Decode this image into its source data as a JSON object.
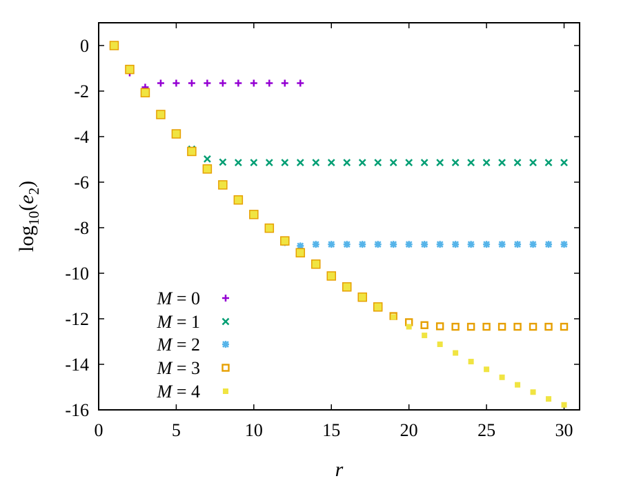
{
  "chart_data": {
    "type": "scatter",
    "title": "",
    "xlabel": "r",
    "ylabel_parts": {
      "prefix": "log",
      "sub": "10",
      "open": "(",
      "var": "e",
      "var_sub": "2",
      "close": ")"
    },
    "xlim": [
      0,
      31
    ],
    "ylim": [
      -16,
      1
    ],
    "xticks": [
      0,
      5,
      10,
      15,
      20,
      25,
      30
    ],
    "yticks": [
      0,
      -2,
      -4,
      -6,
      -8,
      -10,
      -12,
      -14,
      -16
    ],
    "xtick_labels": [
      "0",
      "5",
      "10",
      "15",
      "20",
      "25",
      "30"
    ],
    "ytick_labels": [
      "0",
      "-2",
      "-4",
      "-6",
      "-8",
      "-10",
      "-12",
      "-14",
      "-16"
    ],
    "grid": false,
    "legend_placement": "bottom-left",
    "series": [
      {
        "name": "M = 0",
        "var": "M",
        "value_text": "= 0",
        "marker": "plus",
        "color": "#9400d3",
        "x": [
          1,
          2,
          3,
          4,
          5,
          6,
          7,
          8,
          9,
          10,
          11,
          12,
          13
        ],
        "y": [
          0,
          -1.2,
          -1.83,
          -1.65,
          -1.65,
          -1.65,
          -1.65,
          -1.65,
          -1.65,
          -1.65,
          -1.65,
          -1.65,
          -1.65
        ]
      },
      {
        "name": "M = 1",
        "var": "M",
        "value_text": "= 1",
        "marker": "cross",
        "color": "#009e73",
        "x": [
          1,
          2,
          3,
          4,
          5,
          6,
          7,
          8,
          9,
          10,
          11,
          12,
          13,
          14,
          15,
          16,
          17,
          18,
          19,
          20,
          21,
          22,
          23,
          24,
          25,
          26,
          27,
          28,
          29,
          30
        ],
        "y": [
          0,
          -1.05,
          -2.07,
          -3.03,
          -3.88,
          -4.55,
          -4.98,
          -5.12,
          -5.14,
          -5.14,
          -5.14,
          -5.14,
          -5.14,
          -5.14,
          -5.14,
          -5.14,
          -5.14,
          -5.14,
          -5.14,
          -5.14,
          -5.14,
          -5.14,
          -5.14,
          -5.14,
          -5.14,
          -5.14,
          -5.14,
          -5.14,
          -5.14,
          -5.14
        ]
      },
      {
        "name": "M = 2",
        "var": "M",
        "value_text": "= 2",
        "marker": "star",
        "color": "#56b4e9",
        "x": [
          1,
          2,
          3,
          4,
          5,
          6,
          7,
          8,
          9,
          10,
          11,
          12,
          13,
          14,
          15,
          16,
          17,
          18,
          19,
          20,
          21,
          22,
          23,
          24,
          25,
          26,
          27,
          28,
          29,
          30
        ],
        "y": [
          0,
          -1.05,
          -2.07,
          -3.03,
          -3.88,
          -4.65,
          -5.42,
          -6.12,
          -6.78,
          -7.42,
          -8.05,
          -8.65,
          -8.8,
          -8.73,
          -8.73,
          -8.73,
          -8.73,
          -8.73,
          -8.73,
          -8.73,
          -8.73,
          -8.73,
          -8.73,
          -8.73,
          -8.73,
          -8.73,
          -8.73,
          -8.73,
          -8.73,
          -8.73
        ]
      },
      {
        "name": "M = 3",
        "var": "M",
        "value_text": "= 3",
        "marker": "square-open",
        "color": "#e69f00",
        "x": [
          1,
          2,
          3,
          4,
          5,
          6,
          7,
          8,
          9,
          10,
          11,
          12,
          13,
          14,
          15,
          16,
          17,
          18,
          19,
          20,
          21,
          22,
          23,
          24,
          25,
          26,
          27,
          28,
          29,
          30
        ],
        "y": [
          0,
          -1.05,
          -2.07,
          -3.03,
          -3.88,
          -4.65,
          -5.42,
          -6.12,
          -6.78,
          -7.42,
          -8.02,
          -8.58,
          -9.1,
          -9.6,
          -10.12,
          -10.6,
          -11.05,
          -11.48,
          -11.88,
          -12.15,
          -12.28,
          -12.33,
          -12.35,
          -12.35,
          -12.35,
          -12.35,
          -12.35,
          -12.35,
          -12.35,
          -12.35
        ]
      },
      {
        "name": "M = 4",
        "var": "M",
        "value_text": "= 4",
        "marker": "square-filled",
        "color": "#f0e442",
        "x": [
          1,
          2,
          3,
          4,
          5,
          6,
          7,
          8,
          9,
          10,
          11,
          12,
          13,
          14,
          15,
          16,
          17,
          18,
          19,
          20,
          21,
          22,
          23,
          24,
          25,
          26,
          27,
          28,
          29,
          30
        ],
        "y": [
          0,
          -1.05,
          -2.07,
          -3.03,
          -3.88,
          -4.65,
          -5.42,
          -6.12,
          -6.78,
          -7.42,
          -8.02,
          -8.58,
          -9.1,
          -9.6,
          -10.12,
          -10.6,
          -11.05,
          -11.48,
          -11.92,
          -12.35,
          -12.73,
          -13.12,
          -13.5,
          -13.88,
          -14.22,
          -14.57,
          -14.9,
          -15.22,
          -15.52,
          -15.78
        ]
      }
    ]
  }
}
